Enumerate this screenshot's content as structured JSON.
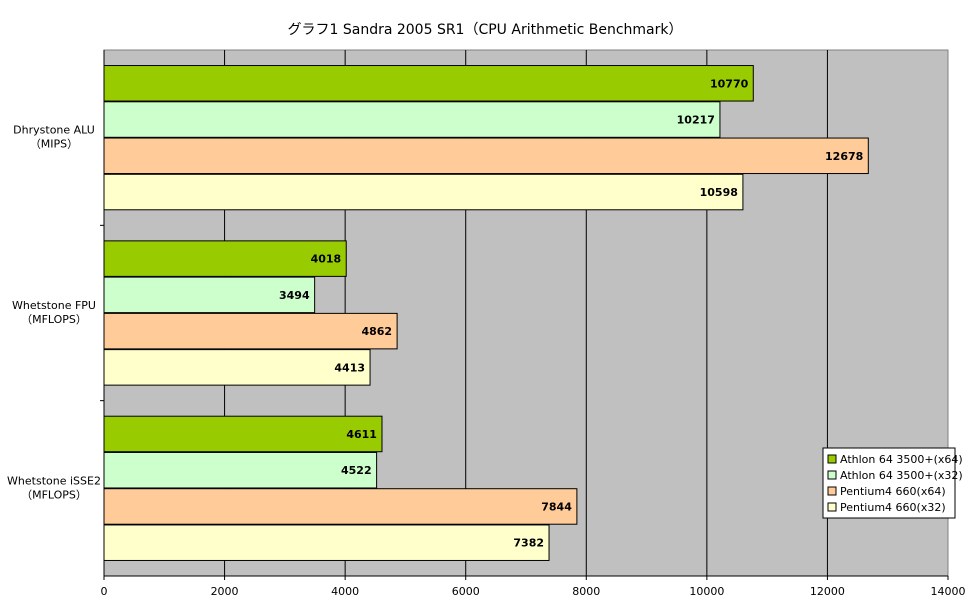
{
  "chart_data": {
    "type": "bar",
    "orientation": "horizontal",
    "title": "グラフ1  Sandra 2005 SR1（CPU Arithmetic Benchmark）",
    "categories": [
      [
        "Dhrystone ALU",
        "（MIPS）"
      ],
      [
        "Whetstone FPU",
        "（MFLOPS）"
      ],
      [
        "Whetstone iSSE2",
        "（MFLOPS）"
      ]
    ],
    "series": [
      {
        "name": "Athlon 64 3500+(x64)",
        "color": "#99cc00",
        "values": [
          10770,
          4018,
          4611
        ]
      },
      {
        "name": "Athlon 64 3500+(x32)",
        "color": "#ccffcc",
        "values": [
          10217,
          3494,
          4522
        ]
      },
      {
        "name": "Pentium4 660(x64)",
        "color": "#ffcc99",
        "values": [
          12678,
          4862,
          7844
        ]
      },
      {
        "name": "Pentium4 660(x32)",
        "color": "#ffffcc",
        "values": [
          10598,
          4413,
          7382
        ]
      }
    ],
    "xlim": [
      0,
      14000
    ],
    "ticks": [
      0,
      2000,
      4000,
      6000,
      8000,
      10000,
      12000,
      14000
    ],
    "grid": true,
    "legend_position": "right",
    "plot_background": "#c0c0c0"
  }
}
